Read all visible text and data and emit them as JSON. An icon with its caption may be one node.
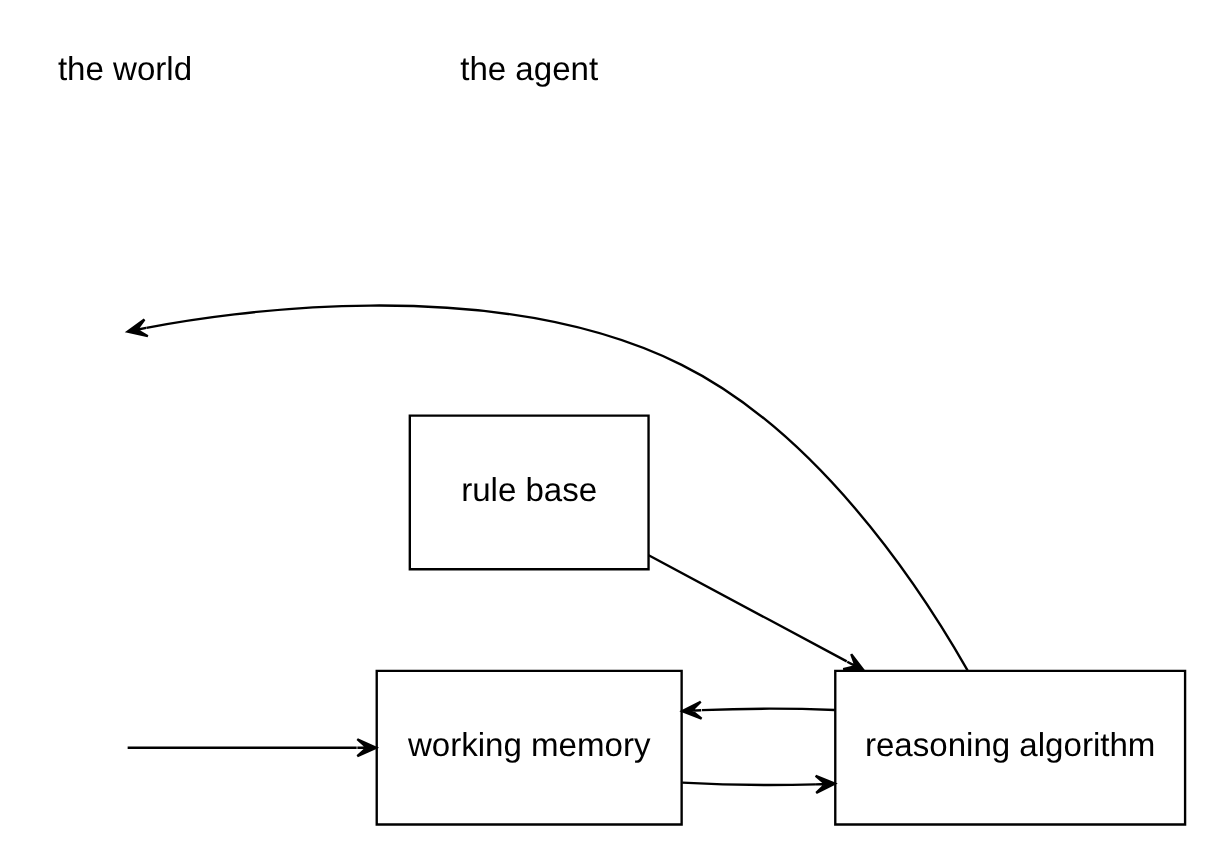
{
  "diagram": {
    "nodes": [
      {
        "text": [
          "working memory"
        ]
      },
      {
        "text": [
          "reasoning algorithm"
        ]
      },
      {
        "text": [
          "rule base"
        ]
      }
    ],
    "edges": [
      {
        "from": null,
        "to": 0,
        "arrow": "to"
      },
      {
        "from": 0,
        "to": 1,
        "arrow": "to"
      },
      {
        "from": 2,
        "to": 1,
        "arrow": "to"
      },
      {
        "from": 1,
        "to": 0,
        "arrow": "to"
      },
      {
        "from": 1,
        "to": null,
        "arrow": "to"
      }
    ],
    "labels": [
      "the world",
      "the agent"
    ]
  }
}
